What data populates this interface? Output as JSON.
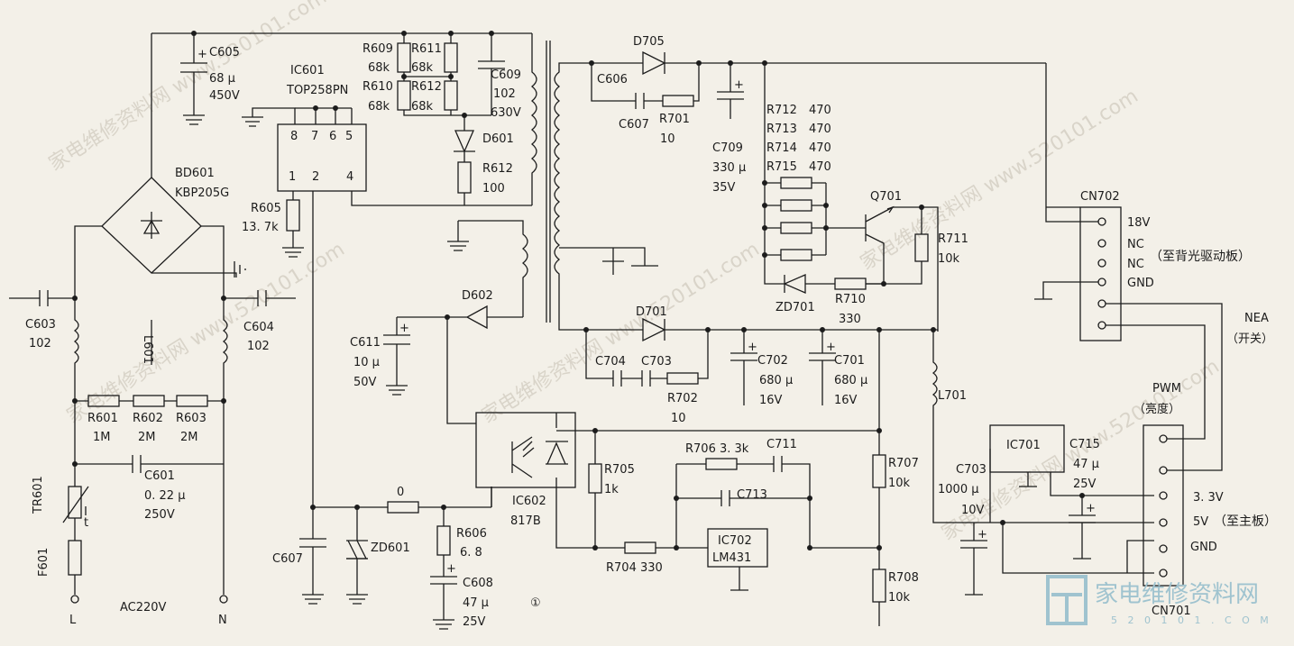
{
  "watermark": "家电维修资料网  www.520101.com",
  "logo": {
    "text": "家电维修资料网",
    "url": "5 2 0 1 0 1 . C O M"
  },
  "figure_number": "①",
  "mains": {
    "ac": "AC220V",
    "L": "L",
    "N": "N"
  },
  "primary": {
    "C605": [
      "C605",
      "68 μ",
      "450V"
    ],
    "IC601": [
      "IC601",
      "TOP258PN"
    ],
    "ic601_pins_top": [
      "8",
      "7",
      "6",
      "5"
    ],
    "ic601_pins_bottom": [
      "1",
      "2",
      "4"
    ],
    "R609": [
      "R609",
      "68k"
    ],
    "R611": [
      "R611",
      "68k"
    ],
    "R610": [
      "R610",
      "68k"
    ],
    "R612a": [
      "R612",
      "68k"
    ],
    "C609": [
      "C609",
      "102",
      "630V"
    ],
    "D601": "D601",
    "R612b": [
      "R612",
      "100"
    ],
    "BD601": [
      "BD601",
      "KBP205G"
    ],
    "R605": [
      "R605",
      "13. 7k"
    ],
    "C603": [
      "C603",
      "102"
    ],
    "C604": [
      "C604",
      "102"
    ],
    "L601": "L601",
    "R601": [
      "R601",
      "1M"
    ],
    "R602": [
      "R602",
      "2M"
    ],
    "R603": [
      "R603",
      "2M"
    ],
    "C601": [
      "C601",
      "0. 22 μ",
      "250V"
    ],
    "TR601": "TR601",
    "F601": "F601",
    "D602": "D602",
    "C611": [
      "C611",
      "10 μ",
      "50V"
    ],
    "C607p": "C607",
    "ZD601": "ZD601",
    "R_zero": "0",
    "R606": [
      "R606",
      "6. 8"
    ],
    "C608": [
      "C608",
      "47 μ",
      "25V"
    ],
    "IC602": [
      "IC602",
      "817B"
    ]
  },
  "secondary": {
    "D705": "D705",
    "C606": "C606",
    "C607": "C607",
    "R701": [
      "R701",
      "10"
    ],
    "C709": [
      "C709",
      "330 μ",
      "35V"
    ],
    "R712": [
      "R712",
      "470"
    ],
    "R713": [
      "R713",
      "470"
    ],
    "R714": [
      "R714",
      "470"
    ],
    "R715": [
      "R715",
      "470"
    ],
    "Q701": "Q701",
    "R711": [
      "R711",
      "10k"
    ],
    "ZD701": "ZD701",
    "R710": [
      "R710",
      "330"
    ],
    "D701": "D701",
    "C704": "C704",
    "C703a": "C703",
    "R702": [
      "R702",
      "10"
    ],
    "C702": [
      "C702",
      "680 μ",
      "16V"
    ],
    "C701": [
      "C701",
      "680 μ",
      "16V"
    ],
    "L701": "L701",
    "R706": "R706  3. 3k",
    "C711": "C711",
    "C713": "C713",
    "R705": [
      "R705",
      "1k"
    ],
    "R704": "R704  330",
    "IC702": [
      "IC702",
      "LM431"
    ],
    "R707": [
      "R707",
      "10k"
    ],
    "R708": [
      "R708",
      "10k"
    ],
    "IC701": "IC701",
    "C715": [
      "C715",
      "47 μ",
      "25V"
    ],
    "C703b": [
      "C703",
      "1000 μ",
      "10V"
    ]
  },
  "connectors": {
    "CN702": {
      "name": "CN702",
      "pins": [
        "18V",
        "NC",
        "NC",
        "GND"
      ],
      "note": "（至背光驱动板）"
    },
    "NEA": [
      "NEA",
      "（开关）"
    ],
    "PWM": [
      "PWM",
      "（亮度）"
    ],
    "CN701": {
      "name": "CN701",
      "pins": [
        "3. 3V",
        "5V",
        "GND"
      ],
      "note": "（至主板）"
    }
  }
}
